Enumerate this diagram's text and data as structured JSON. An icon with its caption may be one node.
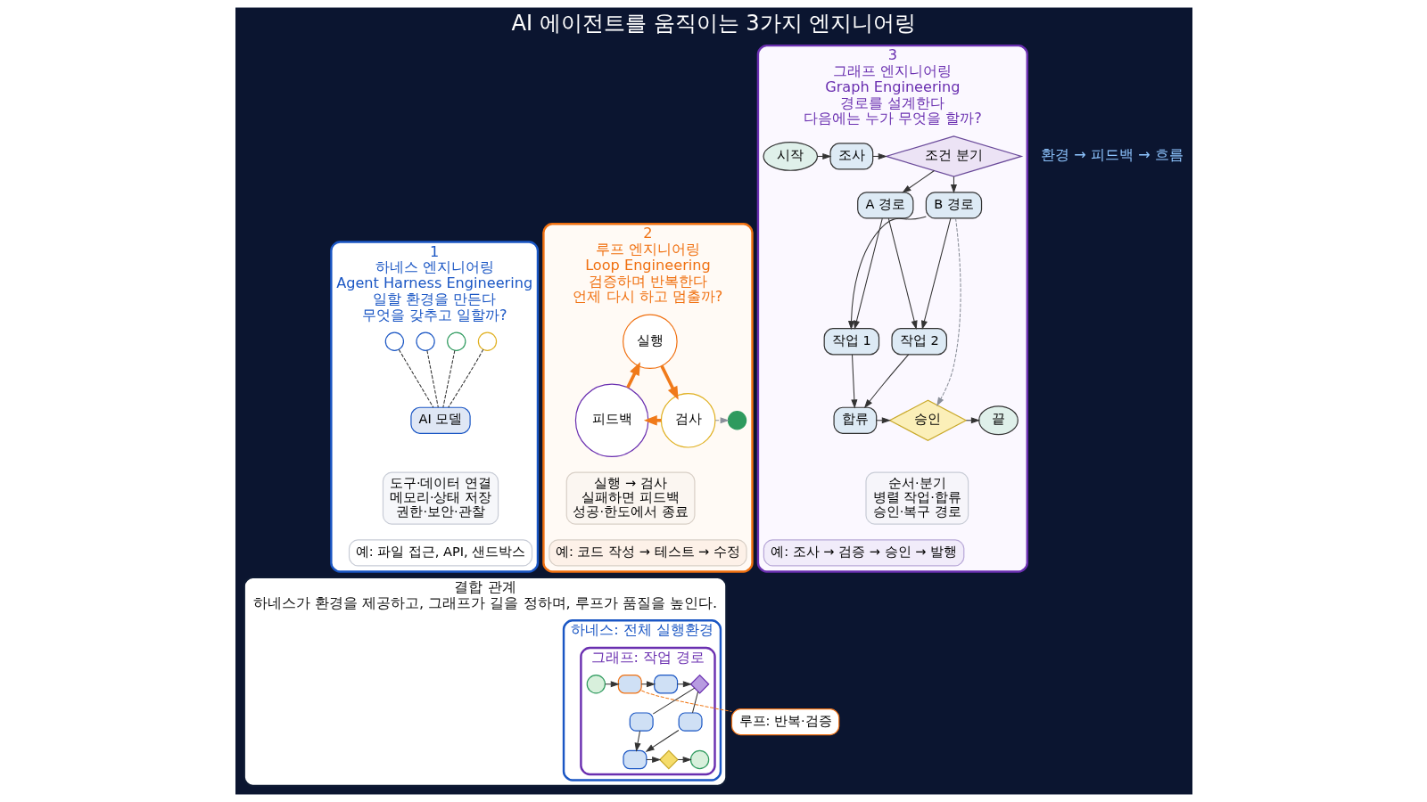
{
  "diagram": {
    "title": "AI 에이전트를 움직이는 3가지 엔지니어링",
    "nodes": [
      {
        "text": [
          "1",
          "하네스 엔지니어링",
          "Agent Harness Engineering",
          "일할 환경을 만든다",
          "무엇을 갖추고 일할까?"
        ]
      },
      {
        "text": [
          "AI 모델"
        ],
        "in": 0
      },
      {
        "text": [],
        "shape": "circle",
        "in": 0
      },
      {
        "text": [],
        "shape": "circle",
        "in": 0
      },
      {
        "text": [],
        "shape": "circle",
        "in": 0
      },
      {
        "text": [],
        "shape": "circle",
        "in": 0
      },
      {
        "text": [
          "도구·데이터 연결",
          "메모리·상태 저장",
          "권한·보안·관찰"
        ],
        "in": 0
      },
      {
        "text": [
          "예: 파일 접근, API, 샌드박스"
        ],
        "in": 0
      },
      {
        "text": [
          "2",
          "루프 엔지니어링",
          "Loop Engineering",
          "검증하며 반복한다",
          "언제 다시 하고 멈출까?"
        ]
      },
      {
        "text": [
          "실행"
        ],
        "in": 8
      },
      {
        "text": [
          "검사"
        ],
        "in": 8
      },
      {
        "text": [
          "피드백"
        ],
        "in": 8
      },
      {
        "text": [],
        "shape": "circle",
        "in": 8
      },
      {
        "text": [
          "실행 → 검사",
          "실패하면 피드백",
          "성공·한도에서 종료"
        ],
        "in": 8
      },
      {
        "text": [
          "예: 코드 작성 → 테스트 → 수정"
        ],
        "in": 8
      },
      {
        "text": [
          "3",
          "그래프 엔지니어링",
          "Graph Engineering",
          "경로를 설계한다",
          "다음에는 누가 무엇을 할까?"
        ]
      },
      {
        "text": [
          "시작"
        ],
        "in": 15
      },
      {
        "text": [
          "조사"
        ],
        "in": 15
      },
      {
        "text": [
          "조건 분기"
        ],
        "in": 15
      },
      {
        "text": [
          "A 경로"
        ],
        "in": 15
      },
      {
        "text": [
          "B 경로"
        ],
        "in": 15
      },
      {
        "text": [
          "작업 1"
        ],
        "in": 15
      },
      {
        "text": [
          "작업 2"
        ],
        "in": 15
      },
      {
        "text": [
          "합류"
        ],
        "in": 15
      },
      {
        "text": [
          "승인"
        ],
        "in": 15
      },
      {
        "text": [
          "끝"
        ],
        "in": 15
      },
      {
        "text": [
          "순서·분기",
          "병렬 작업·합류",
          "승인·복구 경로"
        ],
        "in": 15
      },
      {
        "text": [
          "예: 조사 → 검증 → 승인 → 발행"
        ],
        "in": 15
      },
      {
        "text": [
          "결합 관계",
          "하네스가 환경을 제공하고, 그래프가 길을 정하며, 루프가 품질을 높인다."
        ]
      },
      {
        "text": [
          "하네스: 전체 실행환경"
        ],
        "in": 28
      },
      {
        "text": [
          "그래프: 작업 경로"
        ],
        "in": 29
      },
      {
        "text": [],
        "shape": "circle",
        "in": 30
      },
      {
        "text": [],
        "shape": "box",
        "in": 30
      },
      {
        "text": [],
        "shape": "box",
        "in": 30
      },
      {
        "text": [],
        "shape": "diamond",
        "in": 30
      },
      {
        "text": [],
        "shape": "box",
        "in": 30
      },
      {
        "text": [],
        "shape": "box",
        "in": 30
      },
      {
        "text": [],
        "shape": "box",
        "in": 30
      },
      {
        "text": [],
        "shape": "diamond",
        "in": 30
      },
      {
        "text": [],
        "shape": "circle",
        "in": 30
      },
      {
        "text": [
          "루프: 반복·검증"
        ]
      }
    ],
    "edges": [
      {
        "from": 2,
        "to": 1,
        "arrow": "none",
        "style": "dashed"
      },
      {
        "from": 3,
        "to": 1,
        "arrow": "none",
        "style": "dashed"
      },
      {
        "from": 4,
        "to": 1,
        "arrow": "none",
        "style": "dashed"
      },
      {
        "from": 5,
        "to": 1,
        "arrow": "none",
        "style": "dashed"
      },
      {
        "from": 9,
        "to": 10,
        "arrow": "to",
        "style": "thick",
        "color": "#f07a1a"
      },
      {
        "from": 10,
        "to": 11,
        "arrow": "to",
        "style": "thick",
        "color": "#f07a1a"
      },
      {
        "from": 11,
        "to": 9,
        "arrow": "to",
        "style": "thick",
        "color": "#f07a1a"
      },
      {
        "from": 10,
        "to": 12,
        "arrow": "to",
        "style": "dashed",
        "color": "#8a8f99"
      },
      {
        "from": 16,
        "to": 17,
        "arrow": "to"
      },
      {
        "from": 17,
        "to": 18,
        "arrow": "to"
      },
      {
        "from": 18,
        "to": 19,
        "arrow": "to"
      },
      {
        "from": 18,
        "to": 20,
        "arrow": "to"
      },
      {
        "from": 19,
        "to": 21,
        "arrow": "to"
      },
      {
        "from": 19,
        "to": 22,
        "arrow": "to"
      },
      {
        "from": 20,
        "to": 21,
        "arrow": "to"
      },
      {
        "from": 20,
        "to": 22,
        "arrow": "to"
      },
      {
        "from": 21,
        "to": 23,
        "arrow": "to"
      },
      {
        "from": 22,
        "to": 23,
        "arrow": "to"
      },
      {
        "from": 23,
        "to": 24,
        "arrow": "to"
      },
      {
        "from": 24,
        "to": 25,
        "arrow": "to"
      },
      {
        "from": 20,
        "to": 24,
        "arrow": "to",
        "style": "dashed",
        "color": "#8a8f99"
      },
      {
        "from": 31,
        "to": 32,
        "arrow": "to"
      },
      {
        "from": 32,
        "to": 33,
        "arrow": "to"
      },
      {
        "from": 33,
        "to": 34,
        "arrow": "to"
      },
      {
        "from": 34,
        "to": 35,
        "arrow": "none"
      },
      {
        "from": 34,
        "to": 36,
        "arrow": "none"
      },
      {
        "from": 35,
        "to": 37,
        "arrow": "to"
      },
      {
        "from": 36,
        "to": 37,
        "arrow": "to"
      },
      {
        "from": 37,
        "to": 38,
        "arrow": "to"
      },
      {
        "from": 38,
        "to": 39,
        "arrow": "to"
      },
      {
        "from": 32,
        "to": 40,
        "arrow": "none",
        "style": "dashed",
        "color": "#f07a1a"
      }
    ],
    "labels": [
      "환경 → 피드백 → 흐름"
    ]
  }
}
